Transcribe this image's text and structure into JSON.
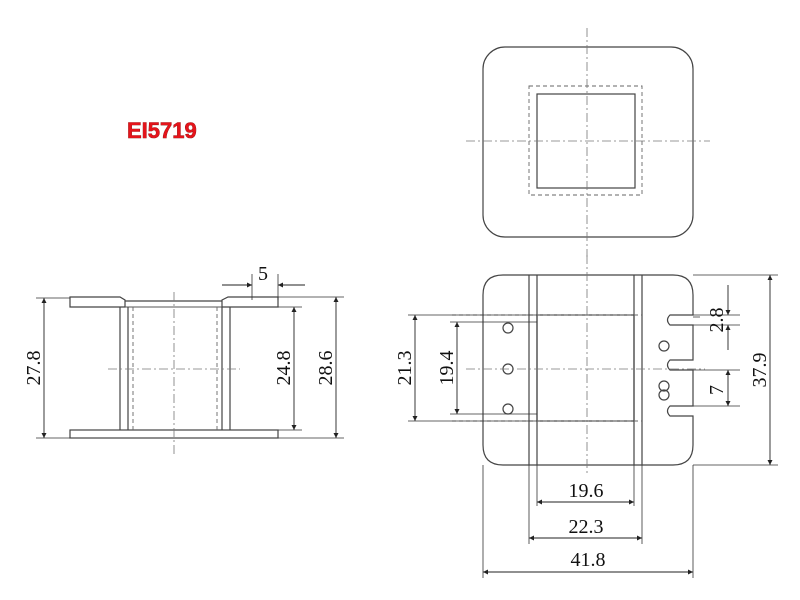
{
  "title": "EI5719",
  "dimensions": {
    "side_slot_width": "5",
    "side_flange_height": "27.8",
    "side_inner_height": "24.8",
    "side_overall_height": "28.6",
    "front_height_a": "21.3",
    "front_height_b": "19.4",
    "pin_slot_pitch": "2.8",
    "pin_gap": "7",
    "front_overall_height": "37.9",
    "bottom_inner_width": "19.6",
    "bottom_mid_width": "22.3",
    "bottom_overall_width": "41.8"
  },
  "colors": {
    "title": "#e5141b",
    "line": "#444444"
  }
}
